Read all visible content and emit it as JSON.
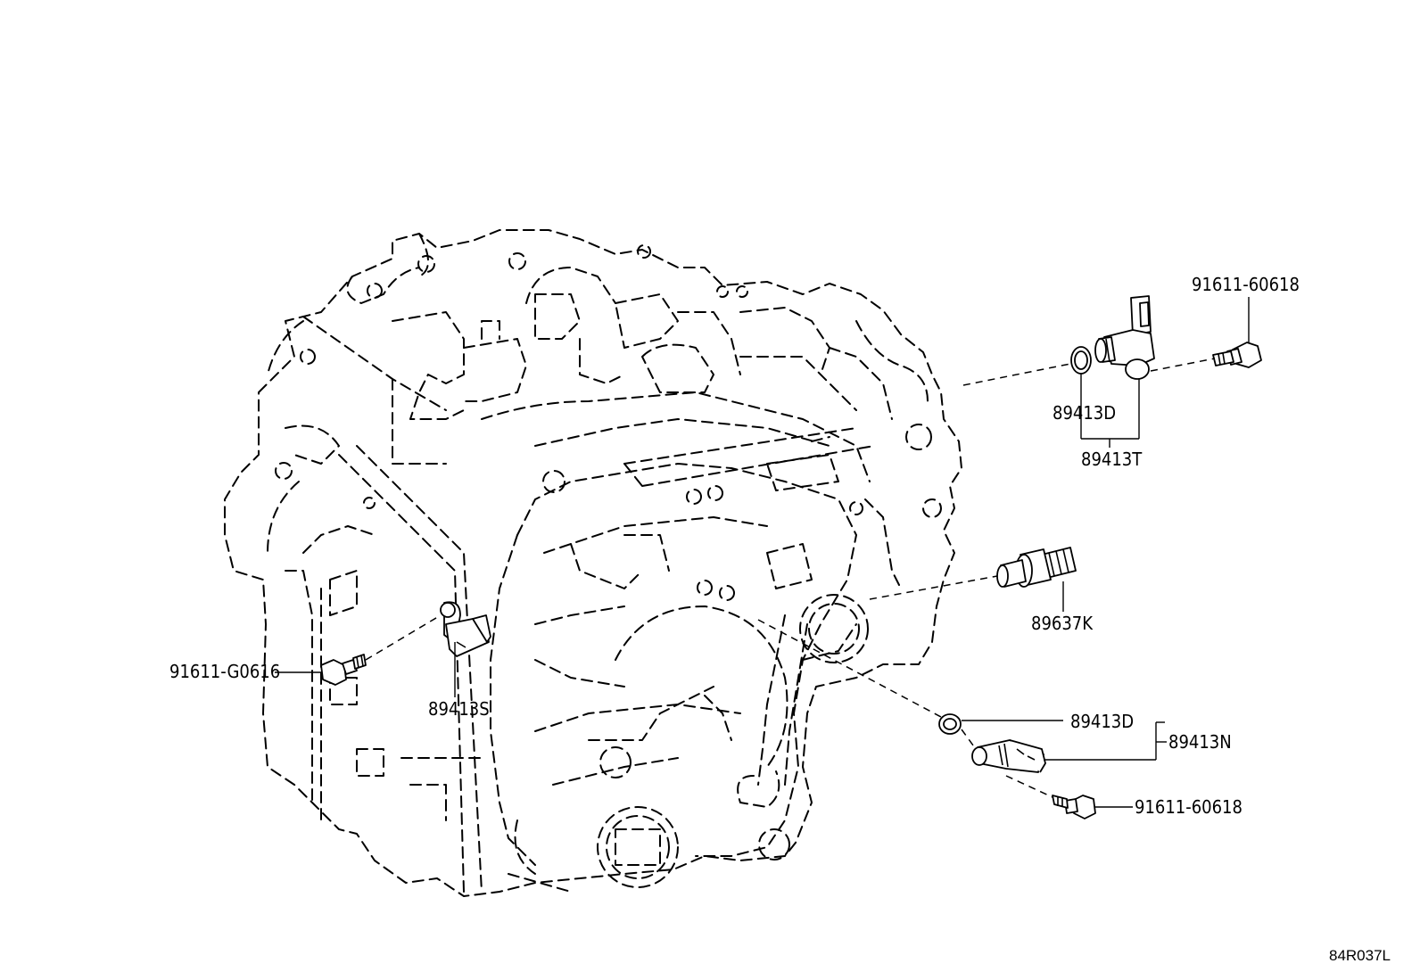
{
  "labels": {
    "bolt_top_right": "91611-60618",
    "oring_top": "89413D",
    "sensor_top": "89413T",
    "sensor_mid": "89637K",
    "bolt_left": "91611-G0616",
    "sensor_left": "89413S",
    "oring_bottom": "89413D",
    "sensor_bottom": "89413N",
    "bolt_bottom_right": "91611-60618",
    "diagram_code": "84R037L"
  }
}
